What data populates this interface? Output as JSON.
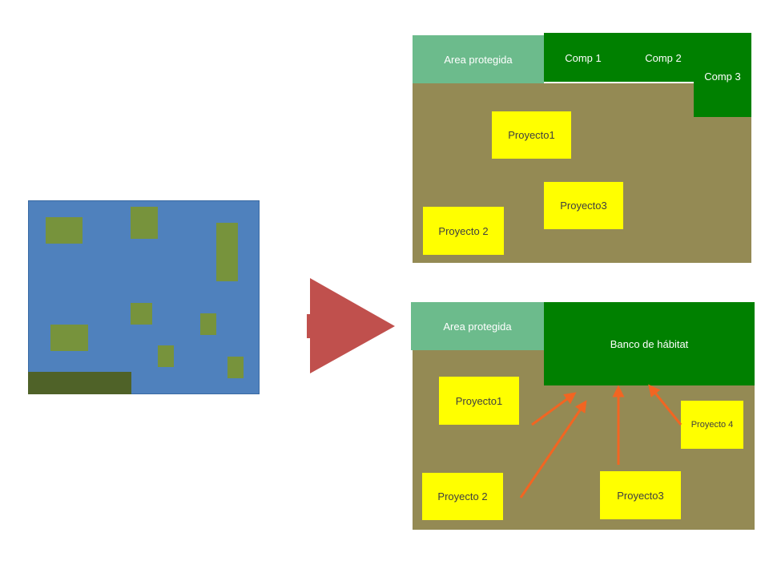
{
  "colors": {
    "background": "#ffffff",
    "landscape_blue": "#4f81bd",
    "patch_olive": "#77933c",
    "dark_strip": "#4f6228",
    "field_brown": "#948a54",
    "protected_area": "#6cbb8c",
    "compensation_green": "#008000",
    "project_yellow": "#ffff00",
    "arrow_red": "#c0504d",
    "arrow_orange": "#f26522"
  },
  "top_diagram": {
    "protected_area": "Area protegida",
    "comp1": "Comp 1",
    "comp2": "Comp 2",
    "comp3": "Comp 3",
    "project1": "Proyecto1",
    "project2": "Proyecto 2",
    "project3": "Proyecto3"
  },
  "bottom_diagram": {
    "protected_area": "Area protegida",
    "habitat_bank": "Banco de hábitat",
    "project1": "Proyecto1",
    "project2": "Proyecto 2",
    "project3": "Proyecto3",
    "project4": "Proyecto 4"
  },
  "icons": {
    "transition_arrow": "triangle-arrow-right-icon",
    "flow_arrow": "orange-arrow-icon"
  }
}
